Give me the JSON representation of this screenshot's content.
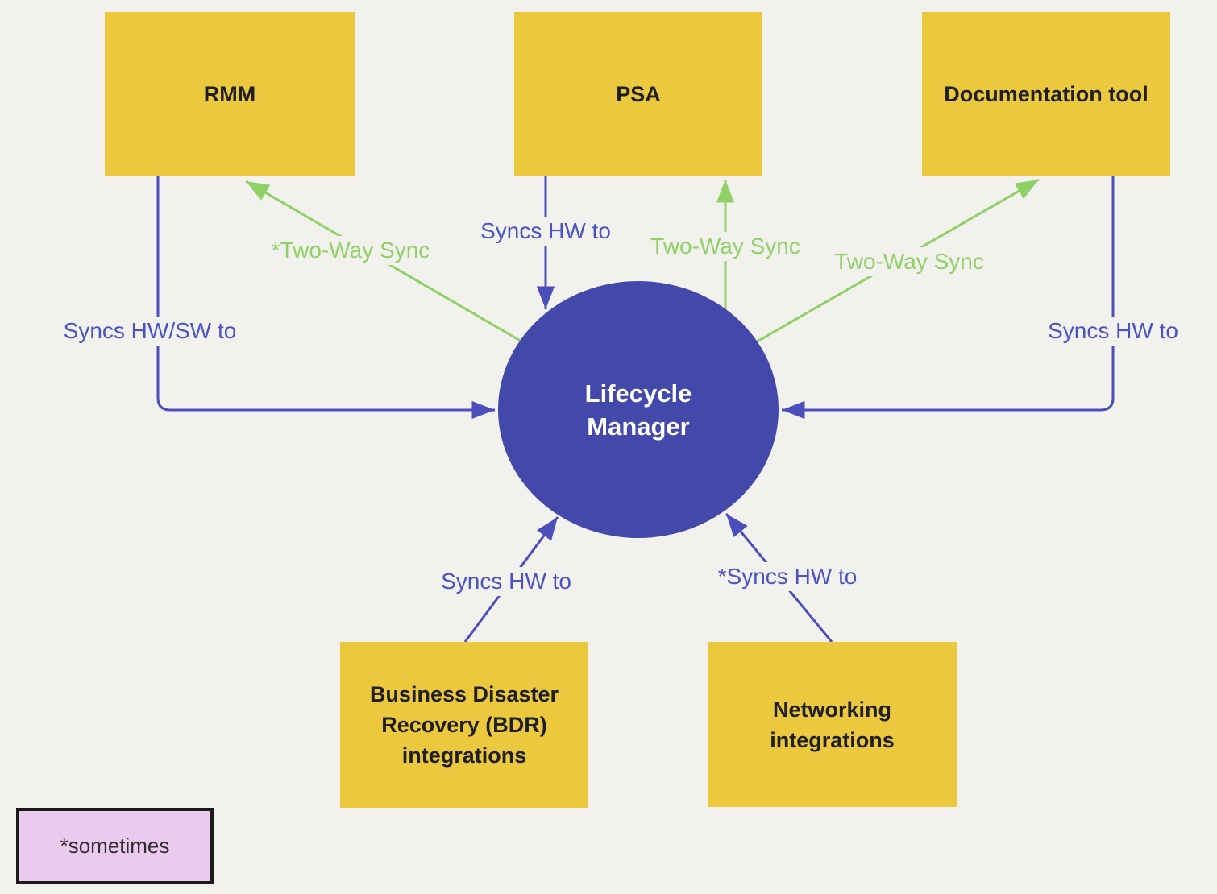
{
  "page": {
    "background": "#f2f1ee"
  },
  "colors": {
    "node_fill": "#ecc83e",
    "node_text": "#1f1f1f",
    "hub_fill": "#4349ab",
    "hub_text": "#ffffff",
    "one_way_sync_blue": "#4a53c6",
    "two_way_sync_green": "#8fd166",
    "legend_fill": "#ecc9ee",
    "legend_border": "#1a1a1a"
  },
  "hub": {
    "label": "Lifecycle\nManager"
  },
  "nodes": {
    "rmm": {
      "label": "RMM"
    },
    "psa": {
      "label": "PSA"
    },
    "documentation": {
      "label": "Documentation tool"
    },
    "bdr": {
      "label": "Business Disaster\nRecovery (BDR)\nintegrations"
    },
    "networking": {
      "label": "Networking\nintegrations"
    }
  },
  "edges": {
    "rmm_to_hub": {
      "label": "Syncs HW/SW to",
      "from": "RMM",
      "to": "Lifecycle Manager",
      "style": "blue-one-way"
    },
    "hub_to_rmm": {
      "label": "*Two-Way Sync",
      "from": "Lifecycle Manager",
      "to": "RMM",
      "style": "green-two-way"
    },
    "psa_to_hub": {
      "label": "Syncs HW to",
      "from": "PSA",
      "to": "Lifecycle Manager",
      "style": "blue-one-way"
    },
    "hub_to_psa": {
      "label": "Two-Way Sync",
      "from": "Lifecycle Manager",
      "to": "PSA",
      "style": "green-two-way"
    },
    "hub_to_documentation": {
      "label": "Two-Way Sync",
      "from": "Lifecycle Manager",
      "to": "Documentation tool",
      "style": "green-two-way"
    },
    "documentation_to_hub": {
      "label": "Syncs HW to",
      "from": "Documentation tool",
      "to": "Lifecycle Manager",
      "style": "blue-one-way"
    },
    "bdr_to_hub": {
      "label": "Syncs HW to",
      "from": "Business Disaster Recovery (BDR) integrations",
      "to": "Lifecycle Manager",
      "style": "blue-one-way"
    },
    "networking_to_hub": {
      "label": "*Syncs HW to",
      "from": "Networking integrations",
      "to": "Lifecycle Manager",
      "style": "blue-one-way"
    }
  },
  "legend": {
    "label": "*sometimes"
  }
}
